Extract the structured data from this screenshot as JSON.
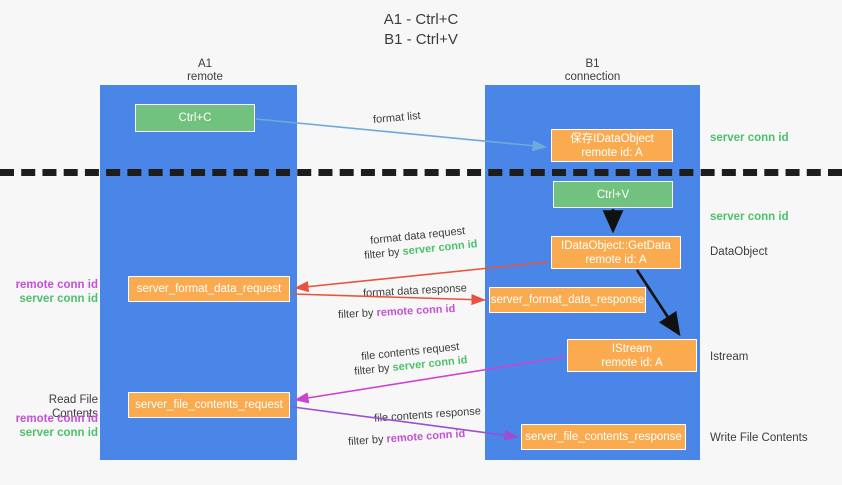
{
  "title": {
    "line1": "A1 - Ctrl+C",
    "line2": "B1 - Ctrl+V"
  },
  "lanes": [
    {
      "id": "a1",
      "name": "A1",
      "role": "remote",
      "color": "#4a86e8"
    },
    {
      "id": "b1",
      "name": "B1",
      "role": "connection",
      "color": "#4a86e8"
    }
  ],
  "colors": {
    "lane": "#4a86e8",
    "green_node": "#71c27e",
    "orange_node": "#fbab4f",
    "server_conn_id": "#4ec06d",
    "remote_conn_id": "#c451d6",
    "arrow_blue": "#6fa8dc",
    "arrow_red": "#e8533f",
    "arrow_magenta": "#cc44cc",
    "arrow_purple": "#9b4fd1",
    "arrow_black": "#111111",
    "divider": "#1d1d1d",
    "background": "#f7f7f7"
  },
  "nodes": {
    "ctrl_c": {
      "line1": "Ctrl+C",
      "line2": ""
    },
    "save_idataobject": {
      "line1": "保存IDataObject",
      "line2": "remote id: A"
    },
    "ctrl_v": {
      "line1": "Ctrl+V",
      "line2": ""
    },
    "getdata": {
      "line1": "IDataObject::GetData",
      "line2": "remote id: A"
    },
    "istream": {
      "line1": "IStream",
      "line2": "remote id: A"
    },
    "server_format_data_request": {
      "line1": "server_format_data_request",
      "line2": ""
    },
    "server_format_data_response": {
      "line1": "server_format_data_response",
      "line2": ""
    },
    "server_file_contents_request": {
      "line1": "server_file_contents_request",
      "line2": ""
    },
    "server_file_contents_response": {
      "line1": "server_file_contents_response",
      "line2": ""
    }
  },
  "edge_labels": {
    "format_list": "format list",
    "format_data_request": "format data request",
    "format_data_request_filter_prefix": "filter by ",
    "format_data_request_filter_key": "server conn id",
    "format_data_response": "format data response",
    "format_data_response_filter_prefix": "filter by ",
    "format_data_response_filter_key": "remote conn id",
    "file_contents_request": "file contents request",
    "file_contents_request_filter_prefix": "filter by ",
    "file_contents_request_filter_key": "server conn id",
    "file_contents_response": "file contents response",
    "file_contents_response_filter_prefix": "filter by ",
    "file_contents_response_filter_key": "remote conn id"
  },
  "right_annotations": {
    "server_conn_id_top": "server conn id",
    "server_conn_id_mid": "server conn id",
    "dataobject": "DataObject",
    "istream": "Istream",
    "write_file_contents": "Write File Contents"
  },
  "left_annotations": {
    "remote_conn_id_1": "remote conn id",
    "server_conn_id_1": "server conn id",
    "read_file_contents": "Read File Contents",
    "remote_conn_id_2": "remote conn id",
    "server_conn_id_2": "server conn id"
  }
}
